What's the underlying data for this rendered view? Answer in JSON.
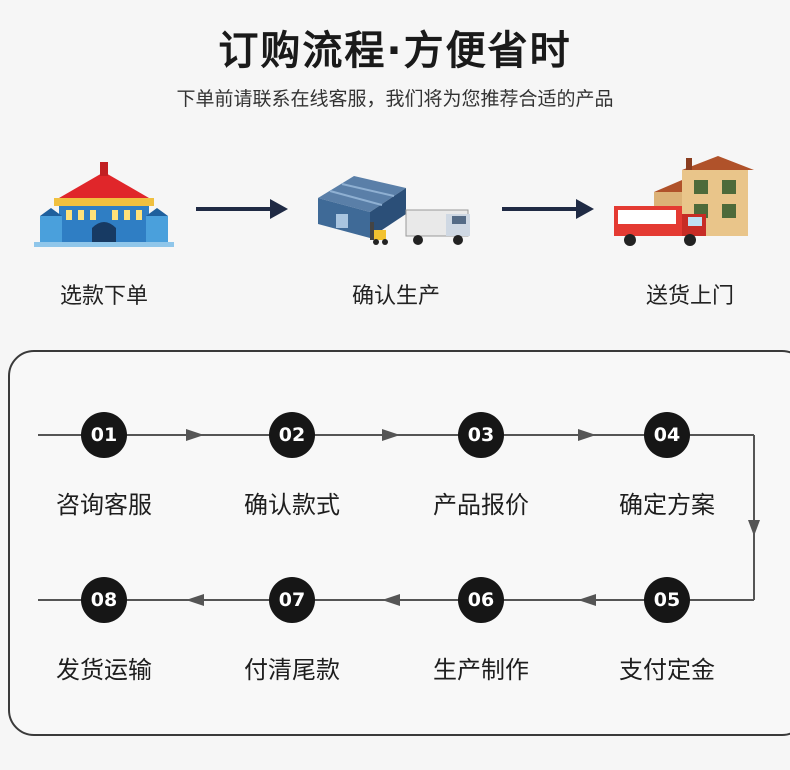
{
  "header": {
    "title": "订购流程·方便省时",
    "subtitle": "下单前请联系在线客服，我们将为您推荐合适的产品"
  },
  "stages": [
    {
      "label": "选款下单",
      "icon": "store-building-icon"
    },
    {
      "label": "确认生产",
      "icon": "factory-truck-icon"
    },
    {
      "label": "送货上门",
      "icon": "house-delivery-van-icon"
    }
  ],
  "steps": [
    {
      "num": "01",
      "label": "咨询客服"
    },
    {
      "num": "02",
      "label": "确认款式"
    },
    {
      "num": "03",
      "label": "产品报价"
    },
    {
      "num": "04",
      "label": "确定方案"
    },
    {
      "num": "05",
      "label": "支付定金"
    },
    {
      "num": "06",
      "label": "生产制作"
    },
    {
      "num": "07",
      "label": "付清尾款"
    },
    {
      "num": "08",
      "label": "发货运输"
    }
  ],
  "colors": {
    "arrow": "#1f2a44",
    "node": "#161616",
    "roof": "#e0262a",
    "building": "#2f7ec4"
  }
}
